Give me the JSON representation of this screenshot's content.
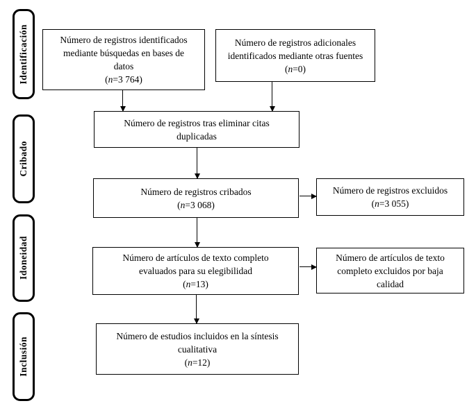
{
  "colors": {
    "line": "#000000",
    "background": "#ffffff",
    "text": "#000000"
  },
  "stages": {
    "identification": "Identificación",
    "screening": "Cribado",
    "eligibility": "Idoneidad",
    "inclusion": "Inclusión"
  },
  "boxes": {
    "db_records": {
      "line1": "Número de registros identificados",
      "line2": "mediante búsquedas en bases de",
      "line3": "datos",
      "stat": {
        "pre": "(",
        "n": "n",
        "post": "=3 764)"
      }
    },
    "other_sources": {
      "line1": "Número de registros adicionales",
      "line2": "identificados mediante otras fuentes",
      "stat": {
        "pre": "(",
        "n": "n",
        "post": "=0)"
      }
    },
    "deduplicated": {
      "line1": "Número de registros tras eliminar citas",
      "line2": "duplicadas"
    },
    "screened": {
      "line1": "Número de registros cribados",
      "stat": {
        "pre": "(",
        "n": "n",
        "post": "=3 068)"
      }
    },
    "records_excluded": {
      "line1": "Número de registros excluidos",
      "stat": {
        "pre": "(",
        "n": "n",
        "post": "=3 055)"
      }
    },
    "fulltext_assessed": {
      "line1": "Número de artículos de texto completo",
      "line2": "evaluados para su elegibilidad",
      "stat": {
        "pre": "(",
        "n": "n",
        "post": "=13)"
      }
    },
    "fulltext_excluded": {
      "line1": "Número de artículos de texto",
      "line2": "completo excluidos por baja",
      "line3": "calidad"
    },
    "included_qualitative": {
      "line1": "Número de estudios incluidos en la síntesis",
      "line2": "cualitativa",
      "stat": {
        "pre": "(",
        "n": "n",
        "post": "=12)"
      }
    }
  }
}
